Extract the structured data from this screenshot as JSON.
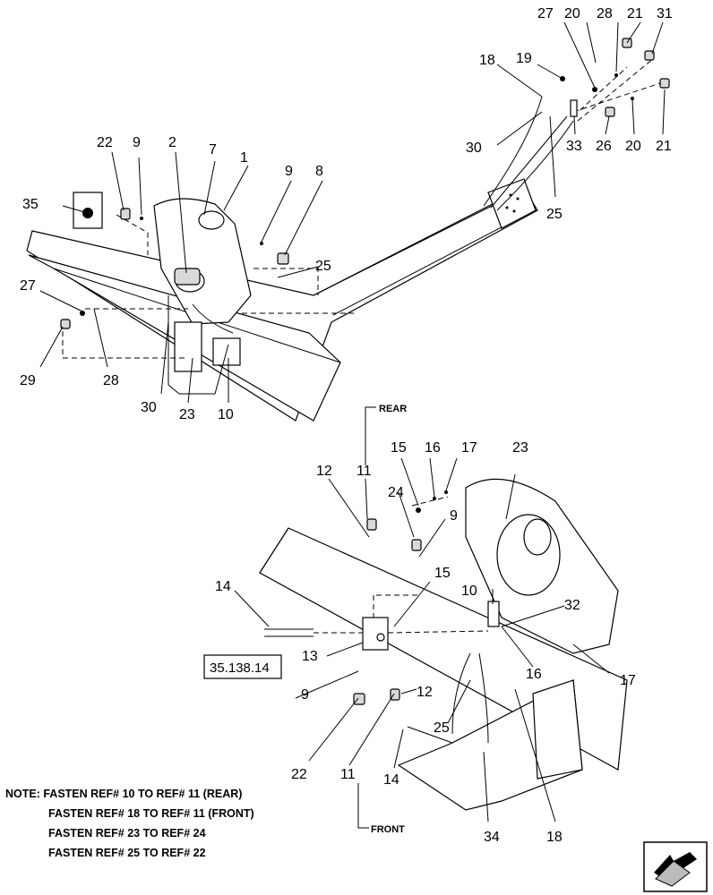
{
  "callouts_upper": {
    "c1": "1",
    "c2": "2",
    "c7": "7",
    "c8": "8",
    "c9a": "9",
    "c9b": "9",
    "c10": "10",
    "c18": "18",
    "c19": "19",
    "c20a": "20",
    "c20b": "20",
    "c21a": "21",
    "c21b": "21",
    "c22": "22",
    "c23": "23",
    "c25a": "25",
    "c25b": "25",
    "c26": "26",
    "c27a": "27",
    "c27b": "27",
    "c28a": "28",
    "c28b": "28",
    "c29": "29",
    "c30a": "30",
    "c30b": "30",
    "c31": "31",
    "c33": "33",
    "c35": "35"
  },
  "callouts_lower": {
    "c9a": "9",
    "c9b": "9",
    "c10": "10",
    "c11a": "11",
    "c11b": "11",
    "c12a": "12",
    "c12b": "12",
    "c13": "13",
    "c14a": "14",
    "c14b": "14",
    "c15a": "15",
    "c15b": "15",
    "c16a": "16",
    "c16b": "16",
    "c17a": "17",
    "c17b": "17",
    "c18": "18",
    "c22": "22",
    "c23": "23",
    "c24": "24",
    "c25": "25",
    "c32": "32",
    "c34": "34"
  },
  "direction_labels": {
    "rear": "REAR",
    "front": "FRONT"
  },
  "reference_box": "35.138.14",
  "notes": [
    "NOTE: FASTEN REF# 10 TO REF# 11 (REAR)",
    "FASTEN REF# 18 TO REF# 11 (FRONT)",
    "FASTEN REF# 23 TO REF# 24",
    "FASTEN REF# 25 TO REF# 22"
  ],
  "icons": {
    "nav": "page-navigation-arrow-icon",
    "decal": "warning-decal-icon"
  }
}
